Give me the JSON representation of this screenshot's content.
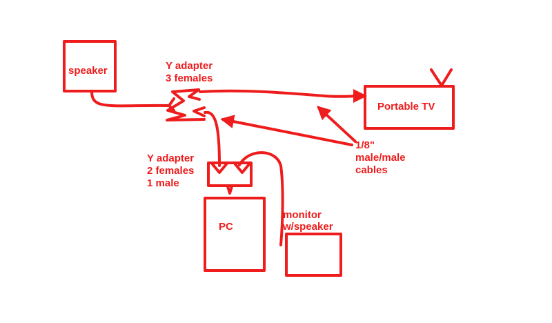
{
  "colors": {
    "ink": "#ee1c1c",
    "background": "#ffffff"
  },
  "labels": {
    "speaker": "speaker",
    "y_adapter_3_line1": "Y adapter",
    "y_adapter_3_line2": "3 females",
    "portable_tv": "Portable TV",
    "cable_line1": "1/8\"",
    "cable_line2": "male/male",
    "cable_line3": "cables",
    "y_adapter_2_line1": "Y adapter",
    "y_adapter_2_line2": "2 females",
    "y_adapter_2_line3": "1 male",
    "pc": "PC",
    "monitor_line1": "monitor",
    "monitor_line2": "w/speaker"
  }
}
